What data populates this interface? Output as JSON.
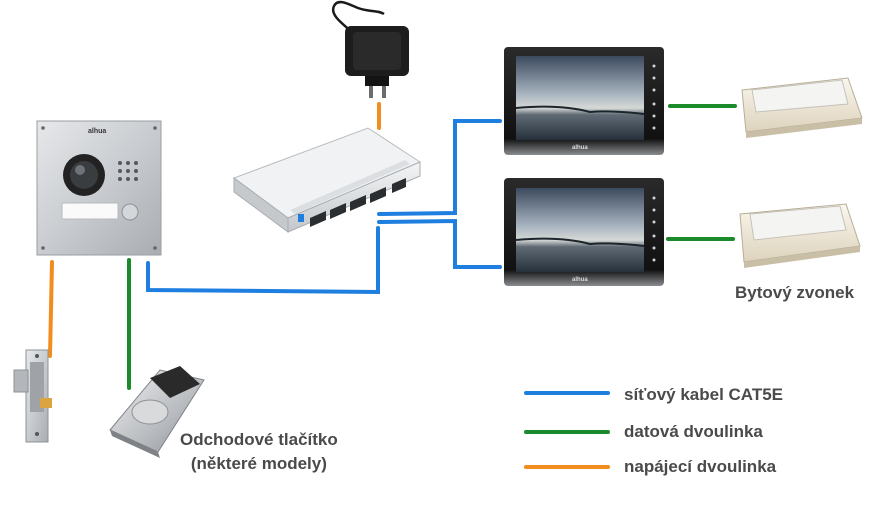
{
  "labels": {
    "doorbell": "Bytový zvonek",
    "exit_button_line1": "Odchodové tlačítko",
    "exit_button_line2": "(některé modely)"
  },
  "legend": [
    {
      "label": "síťový kabel CAT5E",
      "color": "#1f7fe0"
    },
    {
      "label": "datová dvoulinka",
      "color": "#1a8a2a"
    },
    {
      "label": "napájecí dvoulinka",
      "color": "#f28c1e"
    }
  ],
  "colors": {
    "network": "#1f7fe0",
    "data": "#1a8a2a",
    "power": "#f28c1e"
  },
  "devices": {
    "brand": "alhua"
  }
}
